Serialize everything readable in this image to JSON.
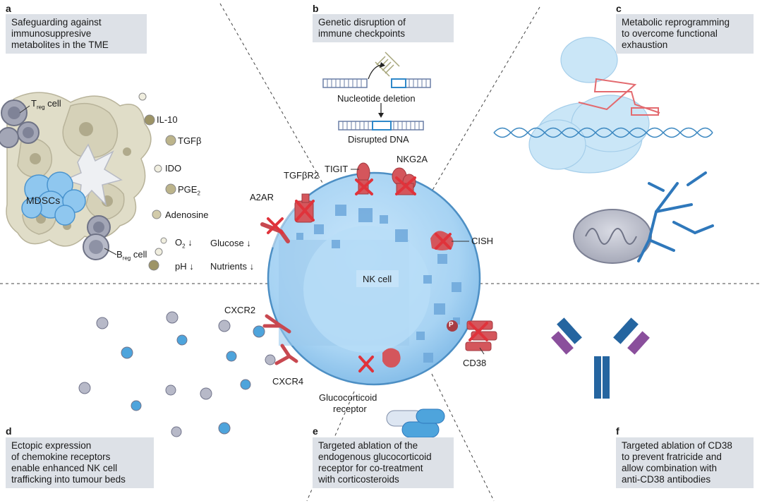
{
  "panels": {
    "a": {
      "letter": "a",
      "lines": [
        "Safeguarding against",
        "immunosuppresive",
        "metabolites in the TME"
      ]
    },
    "b": {
      "letter": "b",
      "lines": [
        "Genetic disruption of",
        "immune checkpoints"
      ]
    },
    "c": {
      "letter": "c",
      "lines": [
        "Metabolic reprogramming",
        "to overcome functional",
        "exhaustion"
      ]
    },
    "d": {
      "letter": "d",
      "lines": [
        "Ectopic expression",
        "of chemokine receptors",
        "enable enhanced NK cell",
        "trafficking into tumour beds"
      ]
    },
    "e": {
      "letter": "e",
      "lines": [
        "Targeted ablation of the",
        "endogenous glucocorticoid",
        "receptor for co-treatment",
        "with corticosteroids"
      ]
    },
    "f": {
      "letter": "f",
      "lines": [
        "Targeted ablation of CD38",
        "to prevent fratricide and",
        "allow combination with",
        "anti-CD38 antibodies"
      ]
    }
  },
  "labels": {
    "treg_prefix": "T",
    "treg_sub": "reg",
    "treg_suffix": " cell",
    "breg_prefix": "B",
    "breg_sub": "reg",
    "breg_suffix": " cell",
    "mdscs": "MDSCs",
    "il10": "IL-10",
    "tgfb": "TGFβ",
    "ido": "IDO",
    "pge_prefix": "PGE",
    "pge_sub": "2",
    "adenosine": "Adenosine",
    "o2_prefix": "O",
    "o2_sub": "2",
    "o2_suffix": " ↓",
    "glucose": "Glucose ↓",
    "ph": "pH ↓",
    "nutrients": "Nutrients ↓",
    "nucleotide_deletion": "Nucleotide deletion",
    "disrupted_dna": "Disrupted DNA",
    "tigit": "TIGIT",
    "nkg2a": "NKG2A",
    "tgfbr2": "TGFβR2",
    "a2ar": "A2AR",
    "cish": "CISH",
    "nk_cell": "NK cell",
    "cxcr2": "CXCR2",
    "cxcr4": "CXCR4",
    "cd38": "CD38",
    "phospho": "P",
    "glucocorticoid": "Glucocorticoid",
    "receptor": "receptor"
  },
  "colors": {
    "panel_box": "#dde1e7",
    "cell_fill": "#a9d4f2",
    "cell_edge": "#4d8fc4",
    "receptor_red": "#d4565c",
    "cross_red": "#e0333b",
    "dna_blue": "#3b87c0",
    "molecule_grey": "#9fa3b8",
    "molecule_blue": "#4ea4dc",
    "antibody_dark": "#2565a0",
    "antibody_purple": "#8a4f9c"
  }
}
